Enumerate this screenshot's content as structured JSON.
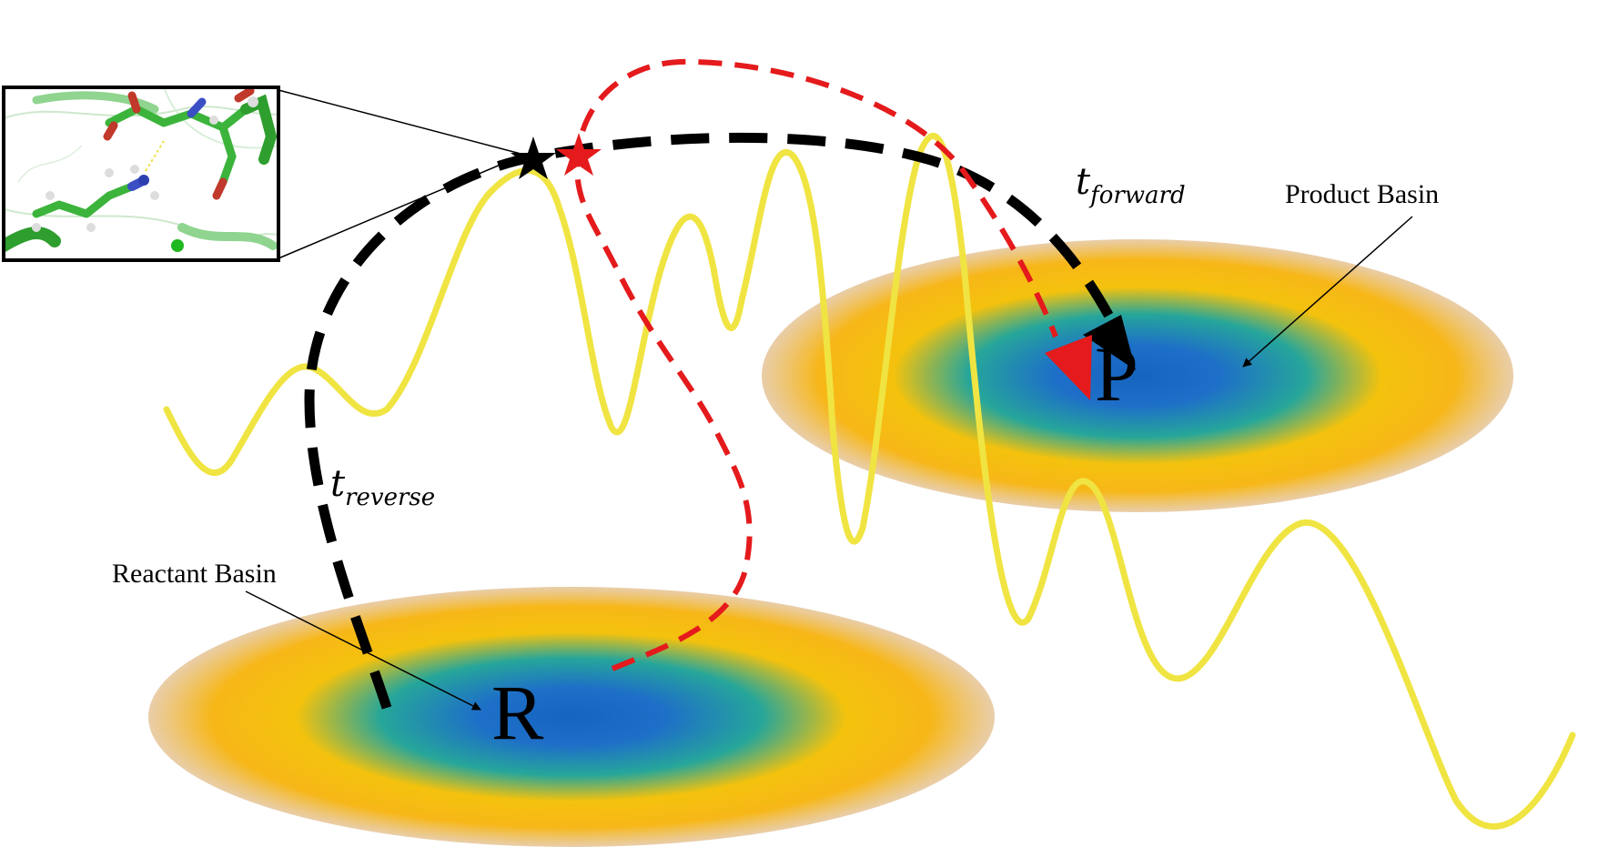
{
  "labels": {
    "reactant": "R",
    "product": "P",
    "reactant_basin": "Reactant Basin",
    "product_basin": "Product Basin",
    "t_forward_main": "t",
    "t_forward_sub": "forward",
    "t_reverse_main": "t",
    "t_reverse_sub": "reverse"
  },
  "colors": {
    "landscape_curve": "#f0e442",
    "forward_trajectory": "#000000",
    "red_trajectory": "#e41a1c",
    "basin_center": "#1565c0",
    "basin_mid": "#26a69a",
    "basin_edge": "#ffc107",
    "basin_outer": "#e5b678",
    "inset_border": "#000000"
  },
  "icons": {
    "black_star": "transition-state-star-icon",
    "red_star": "alternate-transition-state-star-icon",
    "molecule_inset": "molecular-structure-inset"
  }
}
